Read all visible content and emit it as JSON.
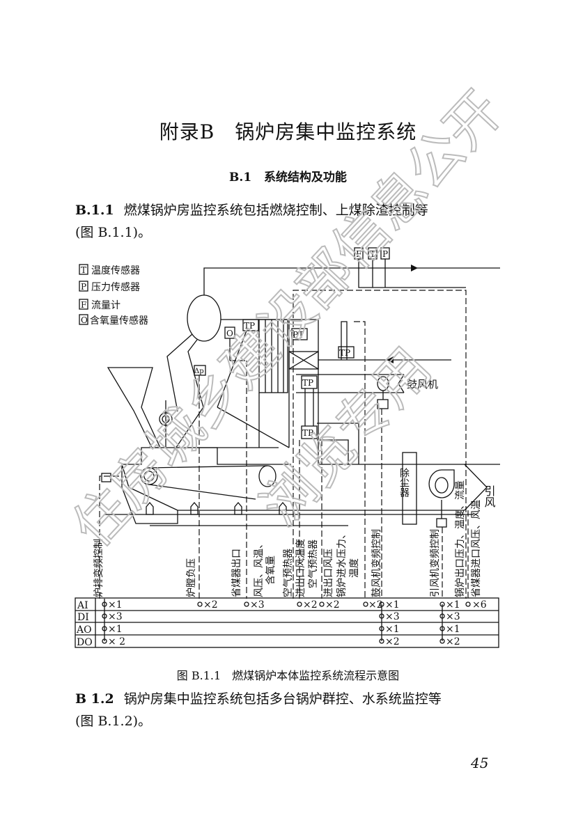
{
  "appendix_title": "附录B　锅炉房集中监控系统",
  "section": {
    "number": "B.1",
    "title": "系统结构及功能"
  },
  "para1": {
    "number": "B.1.1",
    "line1": "燃煤锅炉房监控系统包括燃烧控制、上煤除渣控制等",
    "line2": "(图 B.1.1)。"
  },
  "legend": [
    {
      "symbol": "T",
      "label": "温度传感器"
    },
    {
      "symbol": "P",
      "label": "压力传感器"
    },
    {
      "symbol": "F",
      "label": "流量计"
    },
    {
      "symbol": "O",
      "label": "含氧量传感器"
    }
  ],
  "diagram_tags": {
    "F": "F",
    "T": "T",
    "P": "P",
    "O": "O",
    "TP": "TP",
    "PT": "PT",
    "dp": "Δp"
  },
  "equipment": {
    "blower": "鼓风机",
    "dust_collector": "除尘器",
    "induced_draft": "引风"
  },
  "signal_labels": [
    "炉排变频控制",
    "炉膛负压",
    "省煤器出口",
    "风压、风温、",
    "含氧量",
    "空气预热器",
    "进出口风温度",
    "空气预热器",
    "进出口风压",
    "锅炉进水压力、",
    "温度",
    "鼓风机变频控制",
    "引风机变频控制",
    "锅炉出口压力、温度、流量",
    "省煤器进口风压、风温"
  ],
  "io_table": {
    "rows": [
      {
        "type": "AI",
        "cells": [
          "×1",
          "×2",
          "×3",
          "×2",
          "×2",
          "×2",
          "×1",
          "×1",
          "×6"
        ]
      },
      {
        "type": "DI",
        "cells": [
          "×3",
          "×3",
          "×3"
        ]
      },
      {
        "type": "AO",
        "cells": [
          "×1",
          "×1",
          "×1"
        ]
      },
      {
        "type": "DO",
        "cells": [
          "× 2",
          "×2",
          "×2"
        ]
      }
    ]
  },
  "figure_caption": "图 B.1.1　燃煤锅炉本体监控系统流程示意图",
  "para2": {
    "number": "B 1.2",
    "line1": "锅炉房集中监控系统包括多台锅炉群控、水系统监控等",
    "line2": "(图 B.1.2)。"
  },
  "page_number": "45",
  "watermark": {
    "line1": "住房城乡建设部信息公开",
    "line2": "浏览专用"
  }
}
